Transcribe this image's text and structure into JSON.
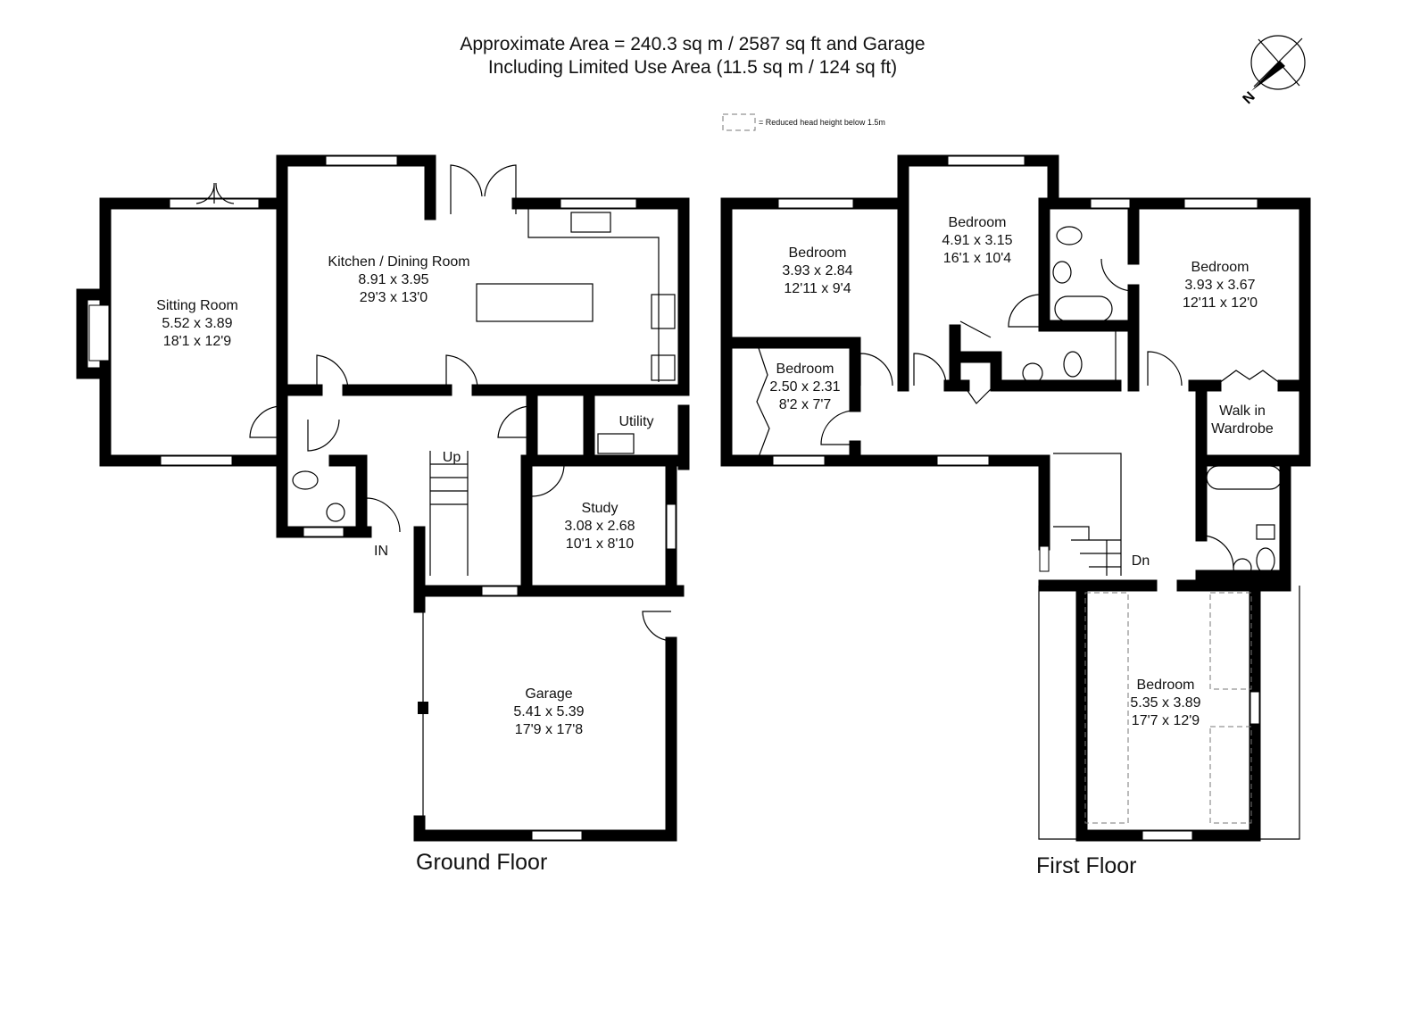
{
  "header": {
    "line1": "Approximate  Area = 240.3 sq m / 2587 sq ft and Garage",
    "line2": "Including Limited Use Area (11.5 sq m / 124 sq ft)",
    "legend": "= Reduced head height below 1.5m",
    "compass": "N"
  },
  "ground_floor": {
    "label": "Ground Floor",
    "rooms": [
      {
        "name": "Sitting Room",
        "metric": "5.52 x 3.89",
        "imperial": "18'1 x 12'9"
      },
      {
        "name": "Kitchen / Dining Room",
        "metric": "8.91 x 3.95",
        "imperial": "29'3 x 13'0"
      },
      {
        "name": "Utility"
      },
      {
        "name": "Study",
        "metric": "3.08 x 2.68",
        "imperial": "10'1 x 8'10"
      },
      {
        "name": "Garage",
        "metric": "5.41 x 5.39",
        "imperial": "17'9 x 17'8"
      }
    ],
    "up": "Up",
    "entrance": "IN"
  },
  "first_floor": {
    "label": "First Floor",
    "rooms": [
      {
        "name": "Bedroom",
        "metric": "3.93 x 2.84",
        "imperial": "12'11 x 9'4"
      },
      {
        "name": "Bedroom",
        "metric": "4.91 x 3.15",
        "imperial": "16'1 x 10'4"
      },
      {
        "name": "Bedroom",
        "metric": "3.93 x 3.67",
        "imperial": "12'11 x 12'0"
      },
      {
        "name": "Bedroom",
        "metric": "2.50 x 2.31",
        "imperial": "8'2 x 7'7"
      },
      {
        "name": "Walk in",
        "name2": "Wardrobe"
      },
      {
        "name": "Bedroom",
        "metric": "5.35 x 3.89",
        "imperial": "17'7 x 12'9"
      }
    ],
    "down": "Dn"
  }
}
